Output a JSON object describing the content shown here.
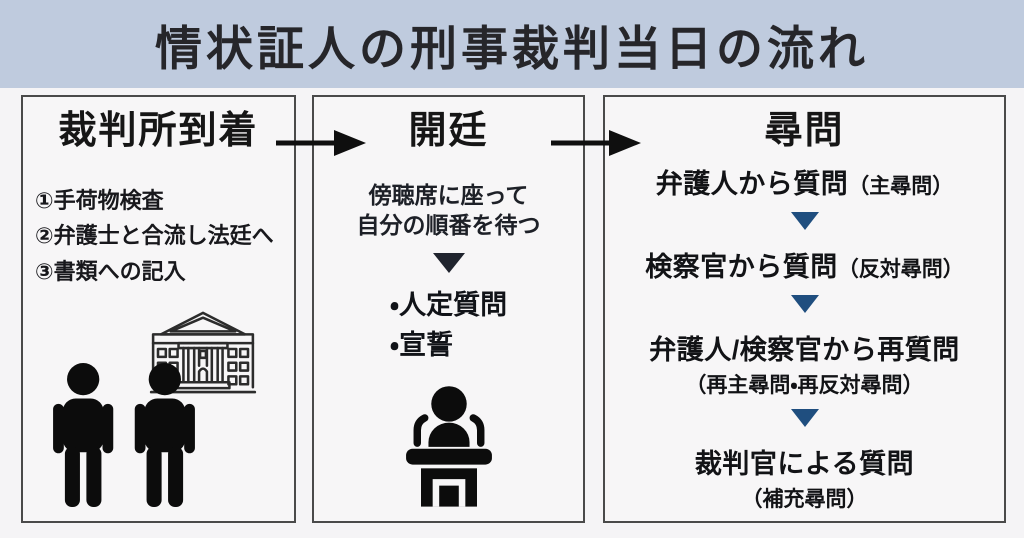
{
  "header": {
    "title": "情状証人の刑事裁判当日の流れ"
  },
  "colors": {
    "banner_bg": "#bfcbde",
    "panel_bg": "#f7f6f7",
    "panel_border": "#4a4a4a",
    "accent_blue_triangle": "#1f4e7f",
    "dark_triangle": "#20242e",
    "ink": "#1c1c1c"
  },
  "icons": {
    "arrival": [
      "two-people-icon",
      "courthouse-icon"
    ],
    "session": "speaker-podium-icon",
    "flow": "right-arrow-icon",
    "step": "down-triangle-icon"
  },
  "panels": {
    "arrival": {
      "title": "裁判所到着",
      "steps": [
        "①手荷物検査",
        "②弁護士と合流し法廷へ",
        "③書類への記入"
      ]
    },
    "session": {
      "title": "開廷",
      "wait_line1": "傍聴席に座って",
      "wait_line2": "自分の順番を待つ",
      "bullets": [
        "・人定質問",
        "・宣誓"
      ]
    },
    "examination": {
      "title": "尋問",
      "items": [
        {
          "main": "弁護人から質問",
          "sub": "（主尋問）"
        },
        {
          "main": "検察官から質問",
          "sub": "（反対尋問）"
        },
        {
          "main": "弁護人/検察官から再質問",
          "sub": "（再主尋問・再反対尋問）"
        },
        {
          "main": "裁判官による質問",
          "sub": "（補充尋問）"
        }
      ]
    }
  }
}
